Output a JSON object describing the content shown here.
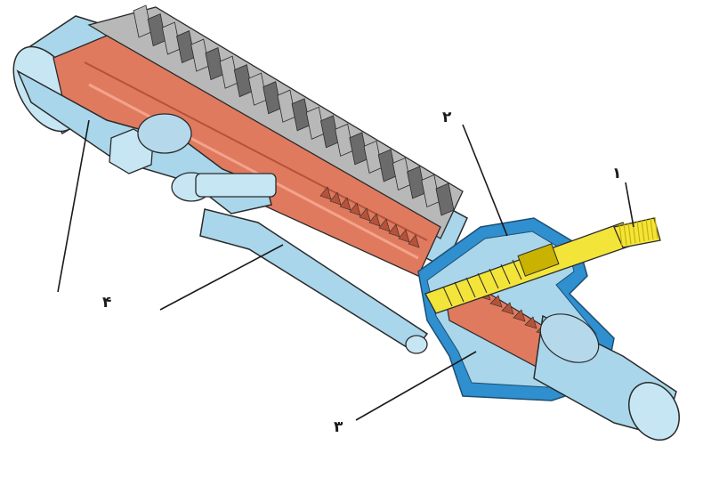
{
  "diagram": {
    "subject": "rack-and-pinion-steering-gear-cutaway",
    "callouts": [
      {
        "id": "1",
        "label": "۱",
        "part": "pinion-input-shaft"
      },
      {
        "id": "2",
        "label": "۲",
        "part": "pinion-housing"
      },
      {
        "id": "3",
        "label": "۳",
        "part": "rack"
      },
      {
        "id": "4",
        "label": "۴",
        "part": "tie-rod"
      }
    ],
    "colors": {
      "housing": "#a9d6ea",
      "housing_stroke": "#3a7ea2",
      "rack": "#e07a5f",
      "rack_dark": "#b4523a",
      "boot": "#6b6b6b",
      "boot_light": "#b8b8b8",
      "pinion": "#f3e43a",
      "pinion_dark": "#c9b200",
      "pinion_housing": "#2f8fcf",
      "outline": "#2a2a2a"
    }
  }
}
